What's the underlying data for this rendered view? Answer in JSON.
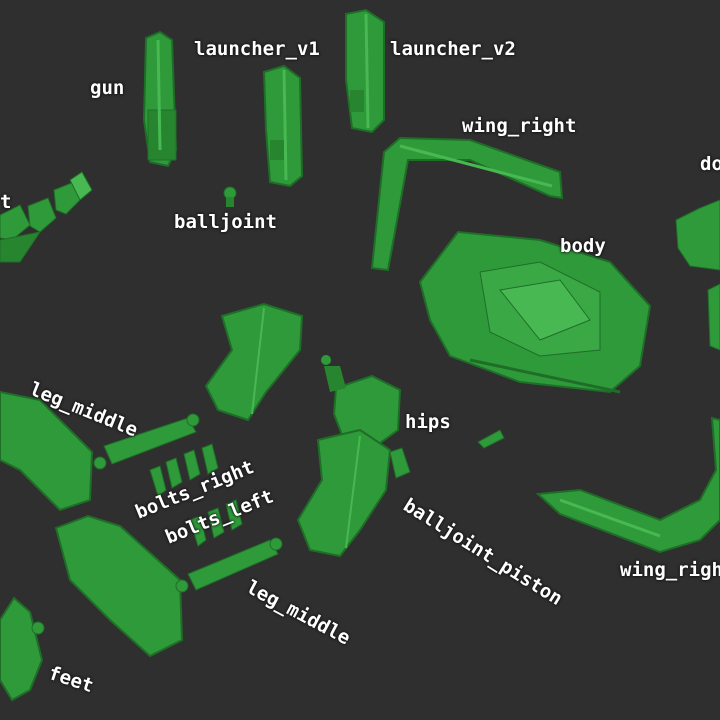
{
  "colors": {
    "background": "#2f2f2f",
    "part_fill": "#2f9a3a",
    "part_dark": "#1f6e28",
    "part_light": "#47b852",
    "label_text": "#ffffff"
  },
  "labels": {
    "launcher_v1": "launcher_v1",
    "launcher_v2": "launcher_v2",
    "gun": "gun",
    "wing_right_top": "wing_right",
    "body": "body",
    "do_partial": "do",
    "t_partial": "t",
    "balljoint": "balljoint",
    "leg_middle_upper": "leg_middle",
    "hips": "hips",
    "bolts_right": "bolts_right",
    "bolts_left": "bolts_left",
    "balljoint_piston": "balljoint_piston",
    "wing_right_bottom": "wing_righ",
    "leg_middle_lower": "leg_middle",
    "feet": "feet"
  }
}
